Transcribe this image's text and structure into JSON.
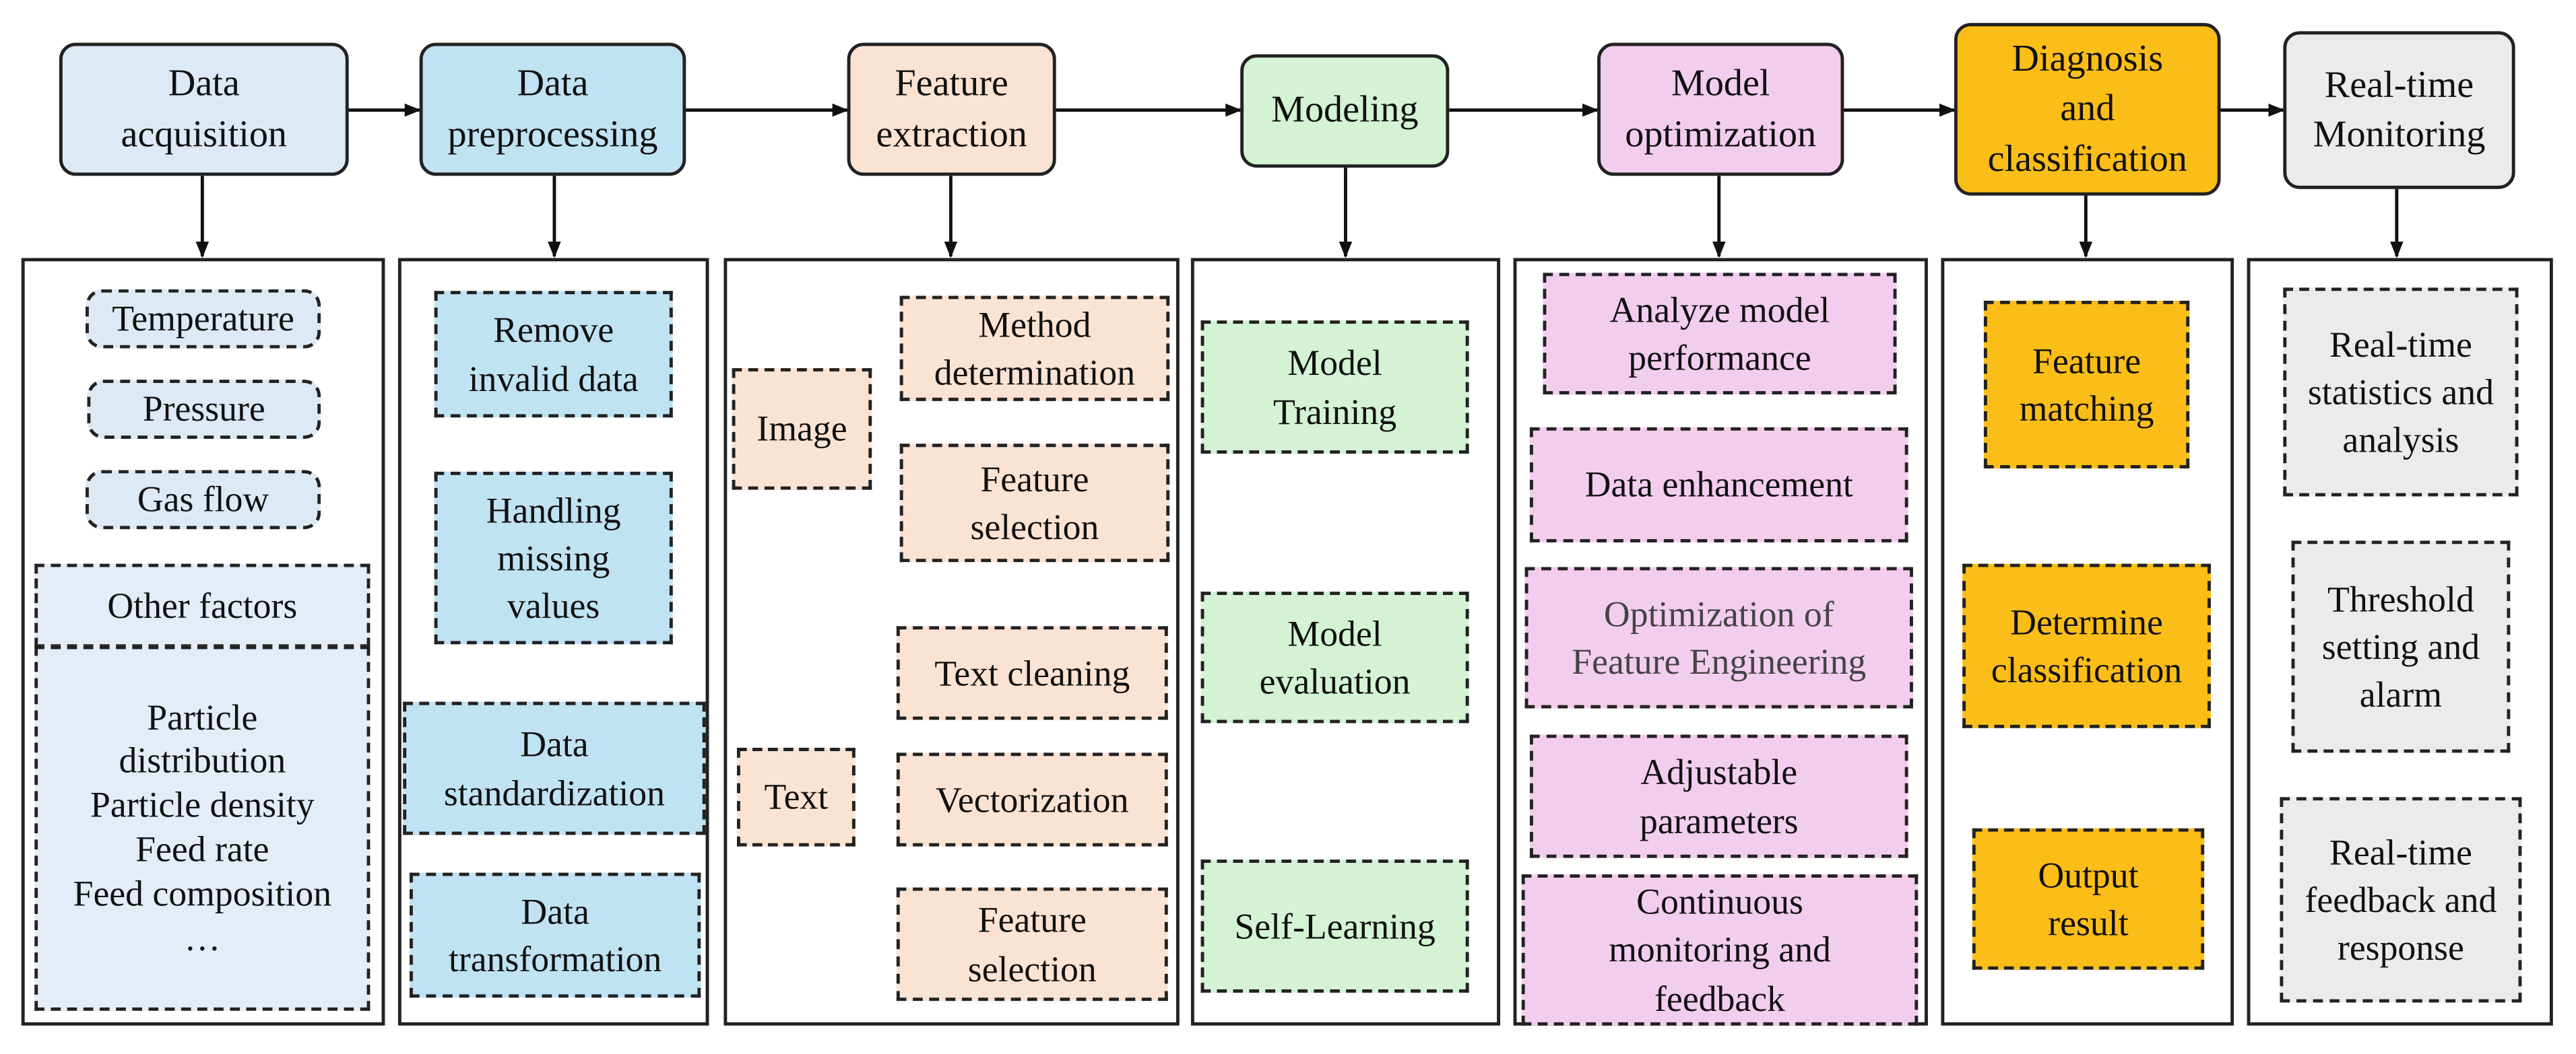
{
  "stages": [
    {
      "title_lines": [
        "Data",
        "acquisition"
      ]
    },
    {
      "title_lines": [
        "Data",
        "preprocessing"
      ]
    },
    {
      "title_lines": [
        "Feature",
        "extraction"
      ]
    },
    {
      "title_lines": [
        "Modeling"
      ]
    },
    {
      "title_lines": [
        "Model",
        "optimization"
      ]
    },
    {
      "title_lines": [
        "Diagnosis",
        "and",
        "classification"
      ]
    },
    {
      "title_lines": [
        "Real-time",
        "Monitoring"
      ]
    }
  ],
  "acquisition": {
    "temperature": "Temperature",
    "pressure": "Pressure",
    "gas_flow": "Gas flow",
    "other_factors": "Other factors",
    "factors": [
      "Particle",
      "distribution",
      "Particle density",
      "Feed rate",
      "Feed composition",
      "…"
    ]
  },
  "preprocessing": {
    "remove_invalid": [
      "Remove",
      "invalid data"
    ],
    "missing_values": [
      "Handling",
      "missing",
      "values"
    ],
    "standardization": [
      "Data",
      "standardization"
    ],
    "transformation": [
      "Data",
      "transformation"
    ]
  },
  "feature_extraction": {
    "image": "Image",
    "method_determination": [
      "Method",
      "determination"
    ],
    "image_feature_selection": [
      "Feature",
      "selection"
    ],
    "text": "Text",
    "text_cleaning": "Text cleaning",
    "vectorization": "Vectorization",
    "text_feature_selection": [
      "Feature",
      "selection"
    ]
  },
  "modeling": {
    "training": [
      "Model",
      "Training"
    ],
    "evaluation": [
      "Model",
      "evaluation"
    ],
    "self_learning": "Self-Learning"
  },
  "optimization": {
    "analyze": [
      "Analyze model",
      "performance"
    ],
    "enhancement": "Data enhancement",
    "feature_engineering": [
      "Optimization of",
      "Feature Engineering"
    ],
    "parameters": [
      "Adjustable",
      "parameters"
    ],
    "monitoring": [
      "Continuous",
      "monitoring and",
      "feedback"
    ]
  },
  "diagnosis": {
    "matching": [
      "Feature",
      "matching"
    ],
    "classification": [
      "Determine",
      "classification"
    ],
    "output": [
      "Output",
      "result"
    ]
  },
  "realtime": {
    "statistics": [
      "Real-time",
      "statistics and",
      "analysis"
    ],
    "threshold": [
      "Threshold",
      "setting and",
      "alarm"
    ],
    "feedback": [
      "Real-time",
      "feedback and",
      "response"
    ]
  },
  "colors": {
    "acquisition": "#dde9f5",
    "preprocessing": "#c0e3f3",
    "feature_extraction": "#fbe3d3",
    "modeling": "#d4f2d4",
    "optimization": "#f3cdee",
    "diagnosis": "#fbbd17",
    "realtime": "#ebebeb"
  }
}
